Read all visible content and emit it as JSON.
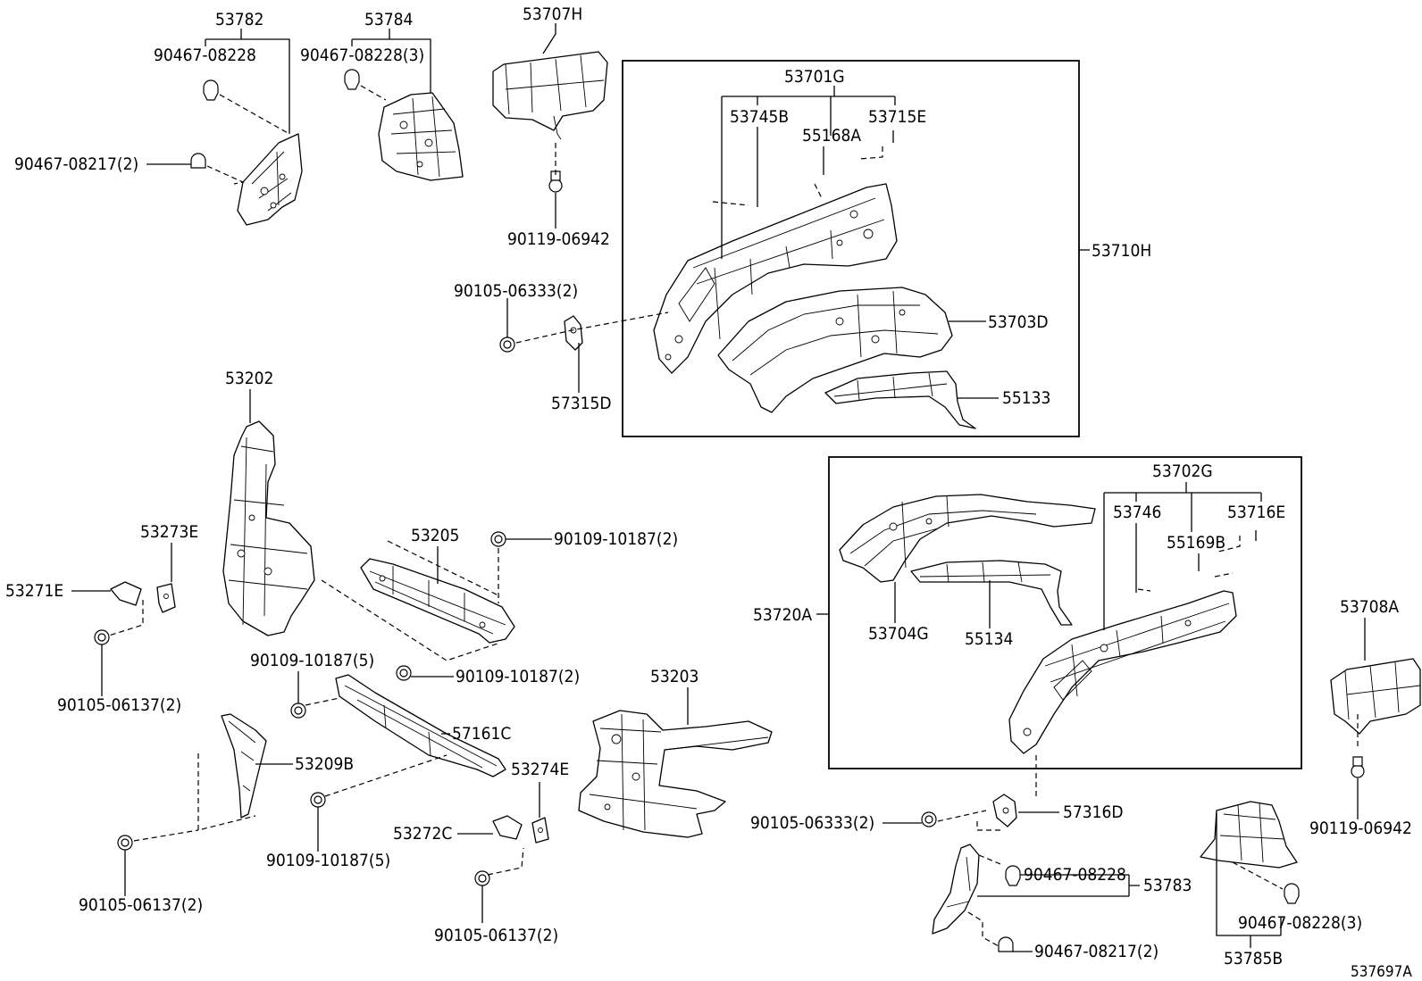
{
  "callouts": {
    "p53782": "53782",
    "p53784": "53784",
    "p53707H": "53707H",
    "p53701G": "53701G",
    "p53745B": "53745B",
    "p55168A": "55168A",
    "p53715E": "53715E",
    "p53710H": "53710H",
    "p53703D": "53703D",
    "p55133": "55133",
    "p57315D": "57315D",
    "p53202": "53202",
    "p53205": "53205",
    "p53273E": "53273E",
    "p53271E": "53271E",
    "p57161C": "57161C",
    "p53209B": "53209B",
    "p53274E": "53274E",
    "p53272C": "53272C",
    "p53203": "53203",
    "p53702G": "53702G",
    "p53746": "53746",
    "p53716E": "53716E",
    "p55169B": "55169B",
    "p53720A": "53720A",
    "p53704G": "53704G",
    "p55134": "55134",
    "p53708A": "53708A",
    "p57316D": "57316D",
    "p53783": "53783",
    "p53785B": "53785B",
    "f90467_08228_a": "90467-08228",
    "f90467_08228_3_a": "90467-08228(3)",
    "f90467_08217_2_a": "90467-08217(2)",
    "f90119_06942_a": "90119-06942",
    "f90105_06333_2_a": "90105-06333(2)",
    "f90109_10187_2_a": "90109-10187(2)",
    "f90109_10187_2_b": "90109-10187(2)",
    "f90109_10187_5_a": "90109-10187(5)",
    "f90109_10187_5_b": "90109-10187(5)",
    "f90105_06137_2_a": "90105-06137(2)",
    "f90105_06137_2_b": "90105-06137(2)",
    "f90105_06137_2_c": "90105-06137(2)",
    "f90105_06333_2_b": "90105-06333(2)",
    "f90467_08228_b": "90467-08228",
    "f90467_08217_2_b": "90467-08217(2)",
    "f90467_08228_3_b": "90467-08228(3)",
    "f90119_06942_b": "90119-06942"
  },
  "illustration_id": "537697A"
}
